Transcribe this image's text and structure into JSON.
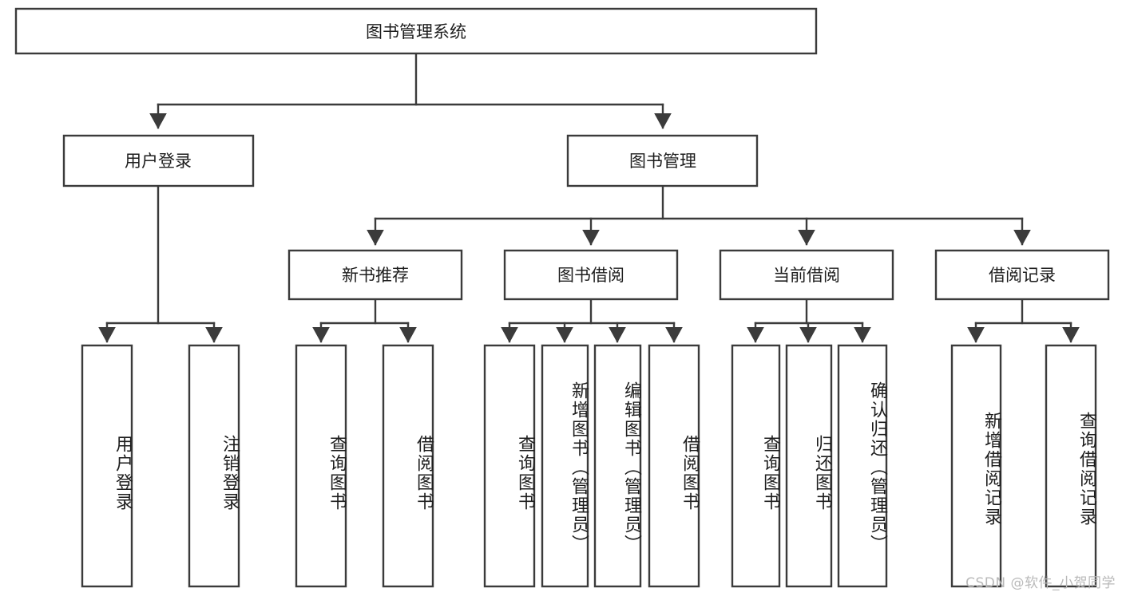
{
  "diagram": {
    "type": "tree",
    "title": "图书管理系统",
    "watermark": "CSDN @软件_小贺同学",
    "colors": {
      "stroke": "#3b3b3b",
      "fill": "#ffffff",
      "text": "#1d1d1d",
      "watermark": "#b9b9b9",
      "background": "#ffffff"
    },
    "levels": {
      "root": {
        "label": "图书管理系统"
      },
      "level2": [
        {
          "label": "用户登录"
        },
        {
          "label": "图书管理"
        }
      ],
      "level3": [
        {
          "label": "新书推荐"
        },
        {
          "label": "图书借阅"
        },
        {
          "label": "当前借阅"
        },
        {
          "label": "借阅记录"
        }
      ],
      "leaves_user_login": [
        {
          "label": "用户登录"
        },
        {
          "label": "注销登录"
        }
      ],
      "leaves_new_book": [
        {
          "label": "查询图书"
        },
        {
          "label": "借阅图书"
        }
      ],
      "leaves_borrow": [
        {
          "label": "查询图书"
        },
        {
          "label": "新增图书（管理员）"
        },
        {
          "label": "编辑图书（管理员）"
        },
        {
          "label": "借阅图书"
        }
      ],
      "leaves_current": [
        {
          "label": "查询图书"
        },
        {
          "label": "归还图书"
        },
        {
          "label": "确认归还（管理员）"
        }
      ],
      "leaves_records": [
        {
          "label": "新增借阅记录"
        },
        {
          "label": "查询借阅记录"
        }
      ]
    }
  }
}
